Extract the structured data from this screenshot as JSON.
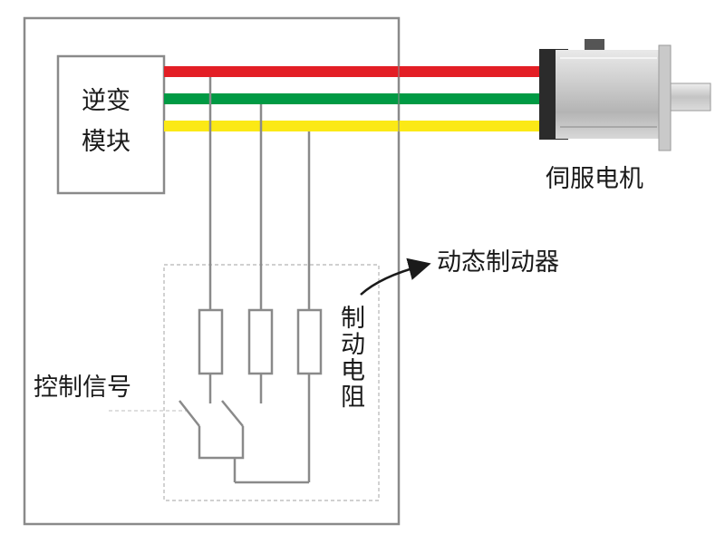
{
  "labels": {
    "inverter_line1": "逆变",
    "inverter_line2": "模块",
    "motor": "伺服电机",
    "dynamic_brake": "动态制动器",
    "brake_resistor": "制动电阻",
    "control_signal": "控制信号"
  },
  "colors": {
    "phase_red": "#e31e25",
    "phase_green": "#009a44",
    "phase_yellow": "#fbe916",
    "wire_gray": "#8a8a8a",
    "dashed_gray": "#b5b5b5",
    "motor_dark": "#2b2b2b"
  },
  "icons": {
    "motor": "servo-motor-icon",
    "arrow": "curved-arrow-icon"
  }
}
